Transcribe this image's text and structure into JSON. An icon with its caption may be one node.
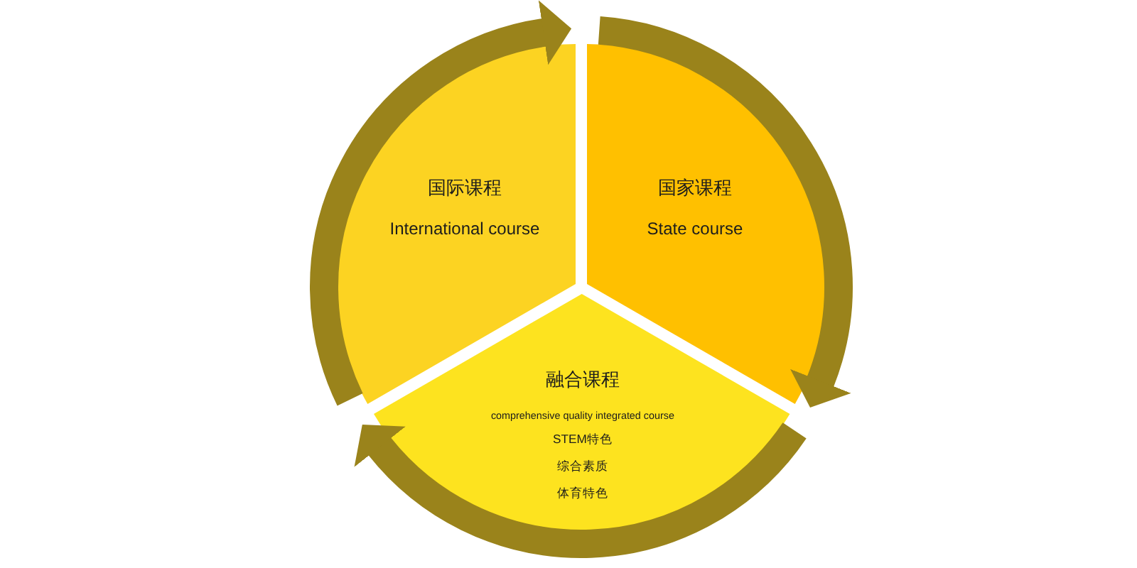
{
  "diagram": {
    "nodes": [
      {
        "text": [
          "国际课程",
          "International course"
        ]
      },
      {
        "text": [
          "国家课程",
          "State course"
        ]
      },
      {
        "text": [
          "融合课程",
          "comprehensive quality integrated course",
          "STEM特色",
          "综合素质",
          "体育特色"
        ]
      }
    ],
    "edges": [
      {
        "from": 0,
        "to": 1,
        "arrow": "to"
      },
      {
        "from": 1,
        "to": 2,
        "arrow": "to"
      },
      {
        "from": 2,
        "to": 0,
        "arrow": "to"
      }
    ]
  }
}
